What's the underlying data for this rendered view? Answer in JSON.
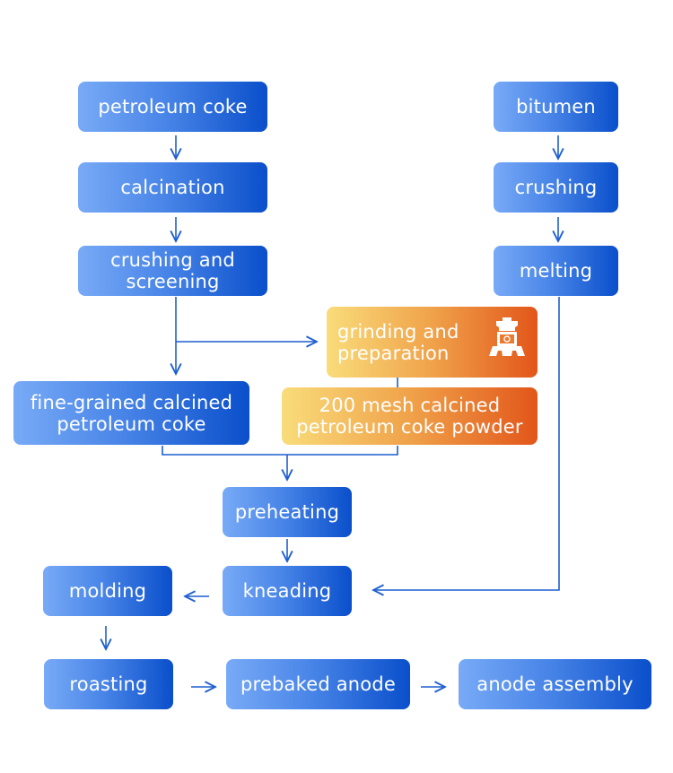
{
  "diagram": {
    "colors": {
      "blue_start": "#78aaf6",
      "blue_end": "#0a4fcb",
      "orange_start": "#f9dc7a",
      "orange_end": "#e2561a",
      "connector": "#1f5fcf"
    },
    "nodes": {
      "petroleum_coke": "petroleum coke",
      "calcination": "calcination",
      "crushing_screening_line1": "crushing and",
      "crushing_screening_line2": "screening",
      "bitumen": "bitumen",
      "crushing": "crushing",
      "melting": "melting",
      "grinding_line1": "grinding and",
      "grinding_line2": "preparation",
      "mesh_line1": "200 mesh calcined",
      "mesh_line2": "petroleum coke powder",
      "fine_line1": "fine-grained calcined",
      "fine_line2": "petroleum coke",
      "preheating": "preheating",
      "kneading": "kneading",
      "molding": "molding",
      "roasting": "roasting",
      "prebaked_anode": "prebaked anode",
      "anode_assembly": "anode assembly"
    },
    "icons": {
      "grinding": "grinding-mill-icon"
    }
  }
}
